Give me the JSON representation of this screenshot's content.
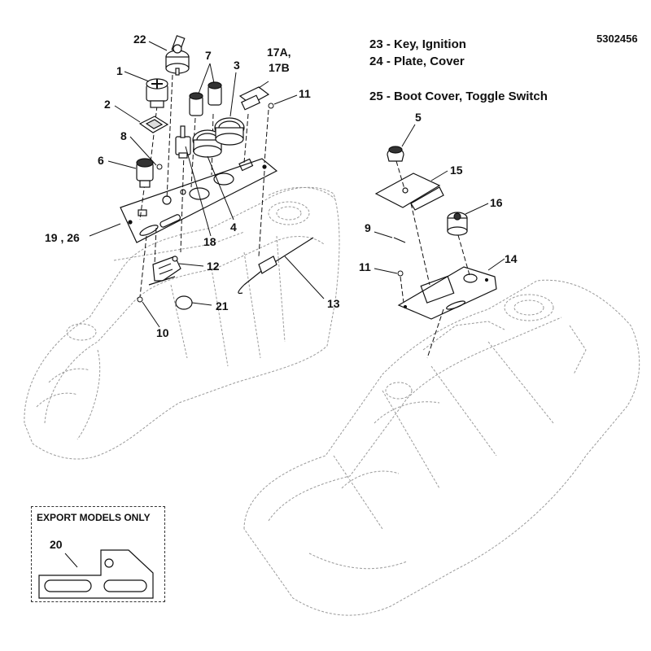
{
  "document_number": "5302456",
  "legend": [
    {
      "text": "23 - Key, Ignition"
    },
    {
      "text": "24 - Plate, Cover"
    },
    {
      "text": "25 - Boot Cover, Toggle Switch"
    }
  ],
  "export_box": {
    "title": "EXPORT MODELS ONLY",
    "callout": "20"
  },
  "callouts": {
    "c22": "22",
    "c1": "1",
    "c7": "7",
    "c3": "3",
    "c17": "17A,",
    "c17b": "17B",
    "c11a": "11",
    "c2": "2",
    "c8": "8",
    "c6": "6",
    "c19": "19 , 26",
    "c18": "18",
    "c4": "4",
    "c12": "12",
    "c21": "21",
    "c10": "10",
    "c13": "13",
    "c5": "5",
    "c15": "15",
    "c16": "16",
    "c9": "9",
    "c11b": "11",
    "c14": "14"
  }
}
